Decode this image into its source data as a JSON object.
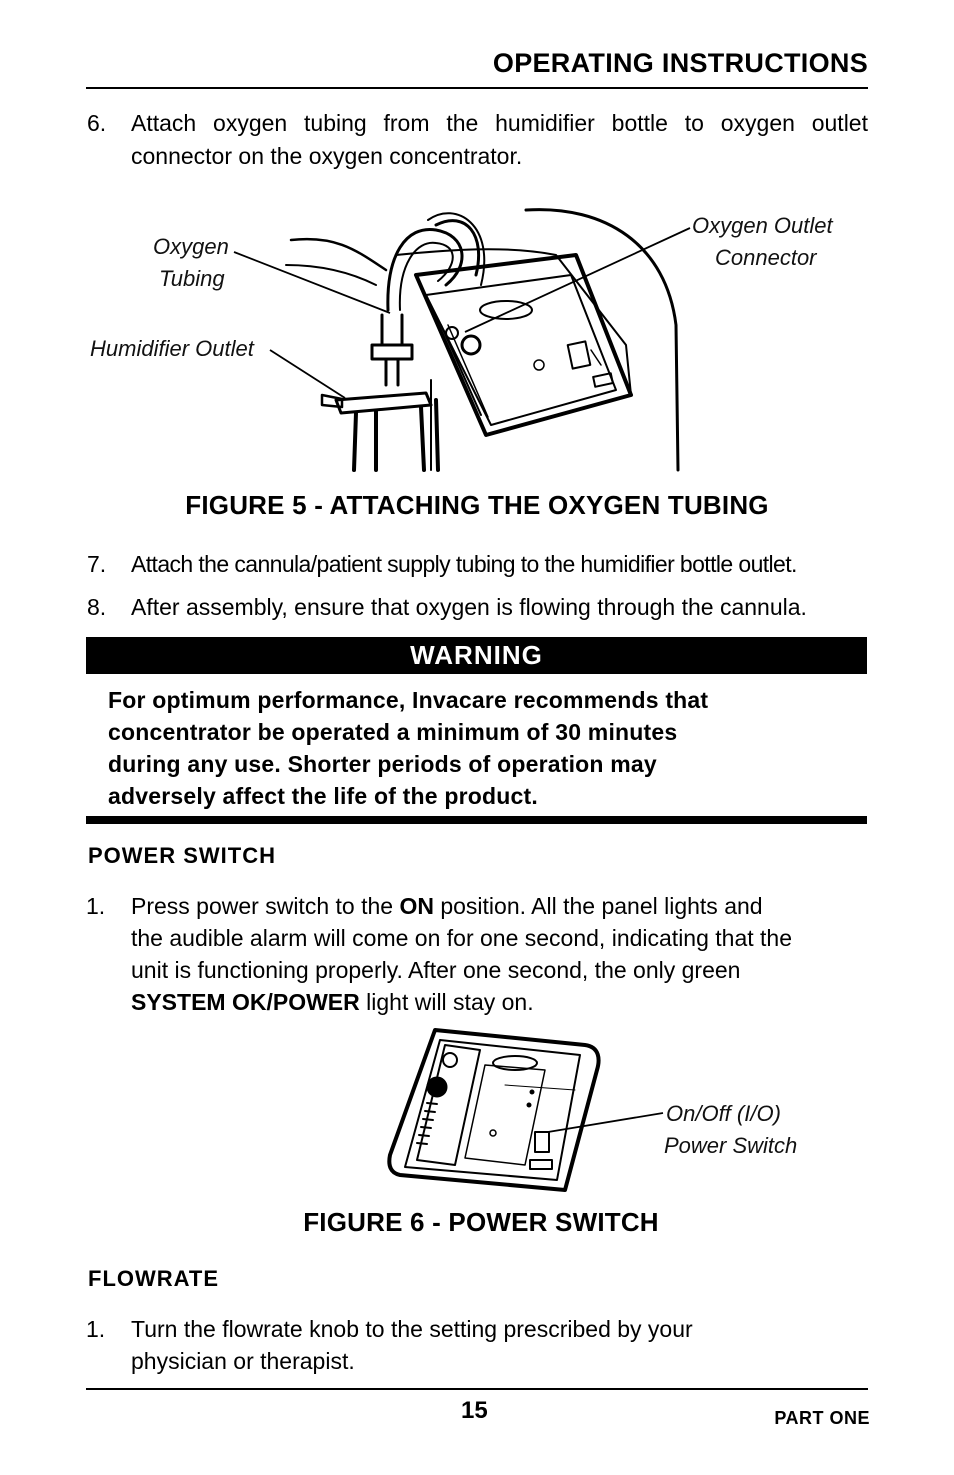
{
  "header": {
    "title": "OPERATING INSTRUCTIONS"
  },
  "steps_top": [
    {
      "num": "6.",
      "text_line1": "Attach oxygen tubing from the humidifier bottle to oxygen outlet",
      "text_line2": "connector on the oxygen concentrator."
    }
  ],
  "figure5": {
    "title": "FIGURE 5 - ATTACHING THE OXYGEN TUBING",
    "labels": {
      "oxygen_tubing_1": "Oxygen",
      "oxygen_tubing_2": "Tubing",
      "humidifier_outlet": "Humidifier Outlet",
      "outlet_connector_1": "Oxygen Outlet",
      "outlet_connector_2": "Connector"
    }
  },
  "steps_mid": [
    {
      "num": "7.",
      "text": "Attach the cannula/patient supply tubing to the humidifier bottle outlet."
    },
    {
      "num": "8.",
      "text": "After assembly, ensure that oxygen is flowing through the cannula."
    }
  ],
  "warning": {
    "title": "WARNING",
    "lines": [
      "For optimum performance, Invacare recommends that",
      "concentrator be operated a minimum of 30 minutes",
      "during any use. Shorter periods of operation may",
      "adversely affect the life of the product."
    ]
  },
  "power_switch": {
    "heading": "POWER  SWITCH",
    "step_num": "1.",
    "line1_a": "Press power switch to the ",
    "line1_bold": "ON",
    "line1_b": " position. All the panel lights and",
    "line2": "the audible alarm will come on for one second, indicating that the",
    "line3": "unit is functioning properly. After one second, the only green",
    "line4_bold": "SYSTEM OK/POWER",
    "line4_b": " light will stay on."
  },
  "figure6": {
    "title": "FIGURE 6 - POWER SWITCH",
    "label_1": "On/Off (I/O)",
    "label_2": "Power Switch"
  },
  "flowrate": {
    "heading": "FLOWRATE",
    "step_num": "1.",
    "line1": "Turn the flowrate knob to the setting prescribed by your",
    "line2": "physician or therapist."
  },
  "footer": {
    "page": "15",
    "part": "PART ONE"
  }
}
